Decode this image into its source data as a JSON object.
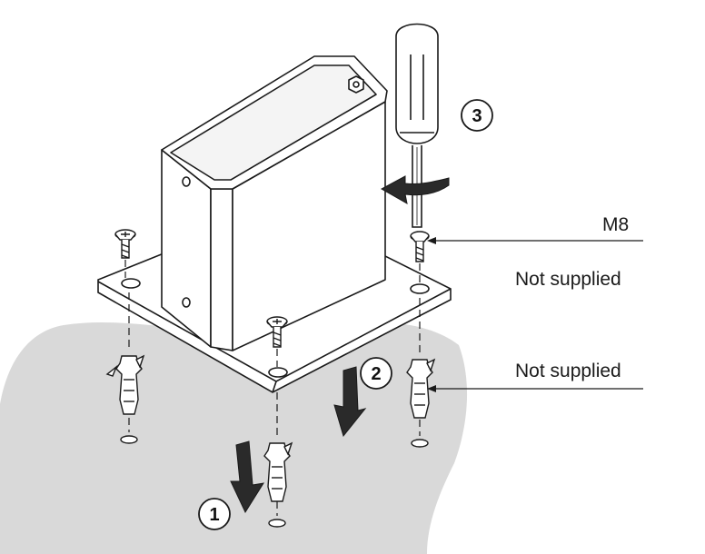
{
  "callouts": {
    "bolt_size": "M8",
    "not_supplied_top": "Not supplied",
    "not_supplied_bottom": "Not supplied"
  },
  "steps": [
    "1",
    "2",
    "3"
  ],
  "colors": {
    "ground": "#d9d9d9",
    "line": "#1a1a1a",
    "fill": "#ffffff",
    "arrow": "#2a2a2a"
  }
}
